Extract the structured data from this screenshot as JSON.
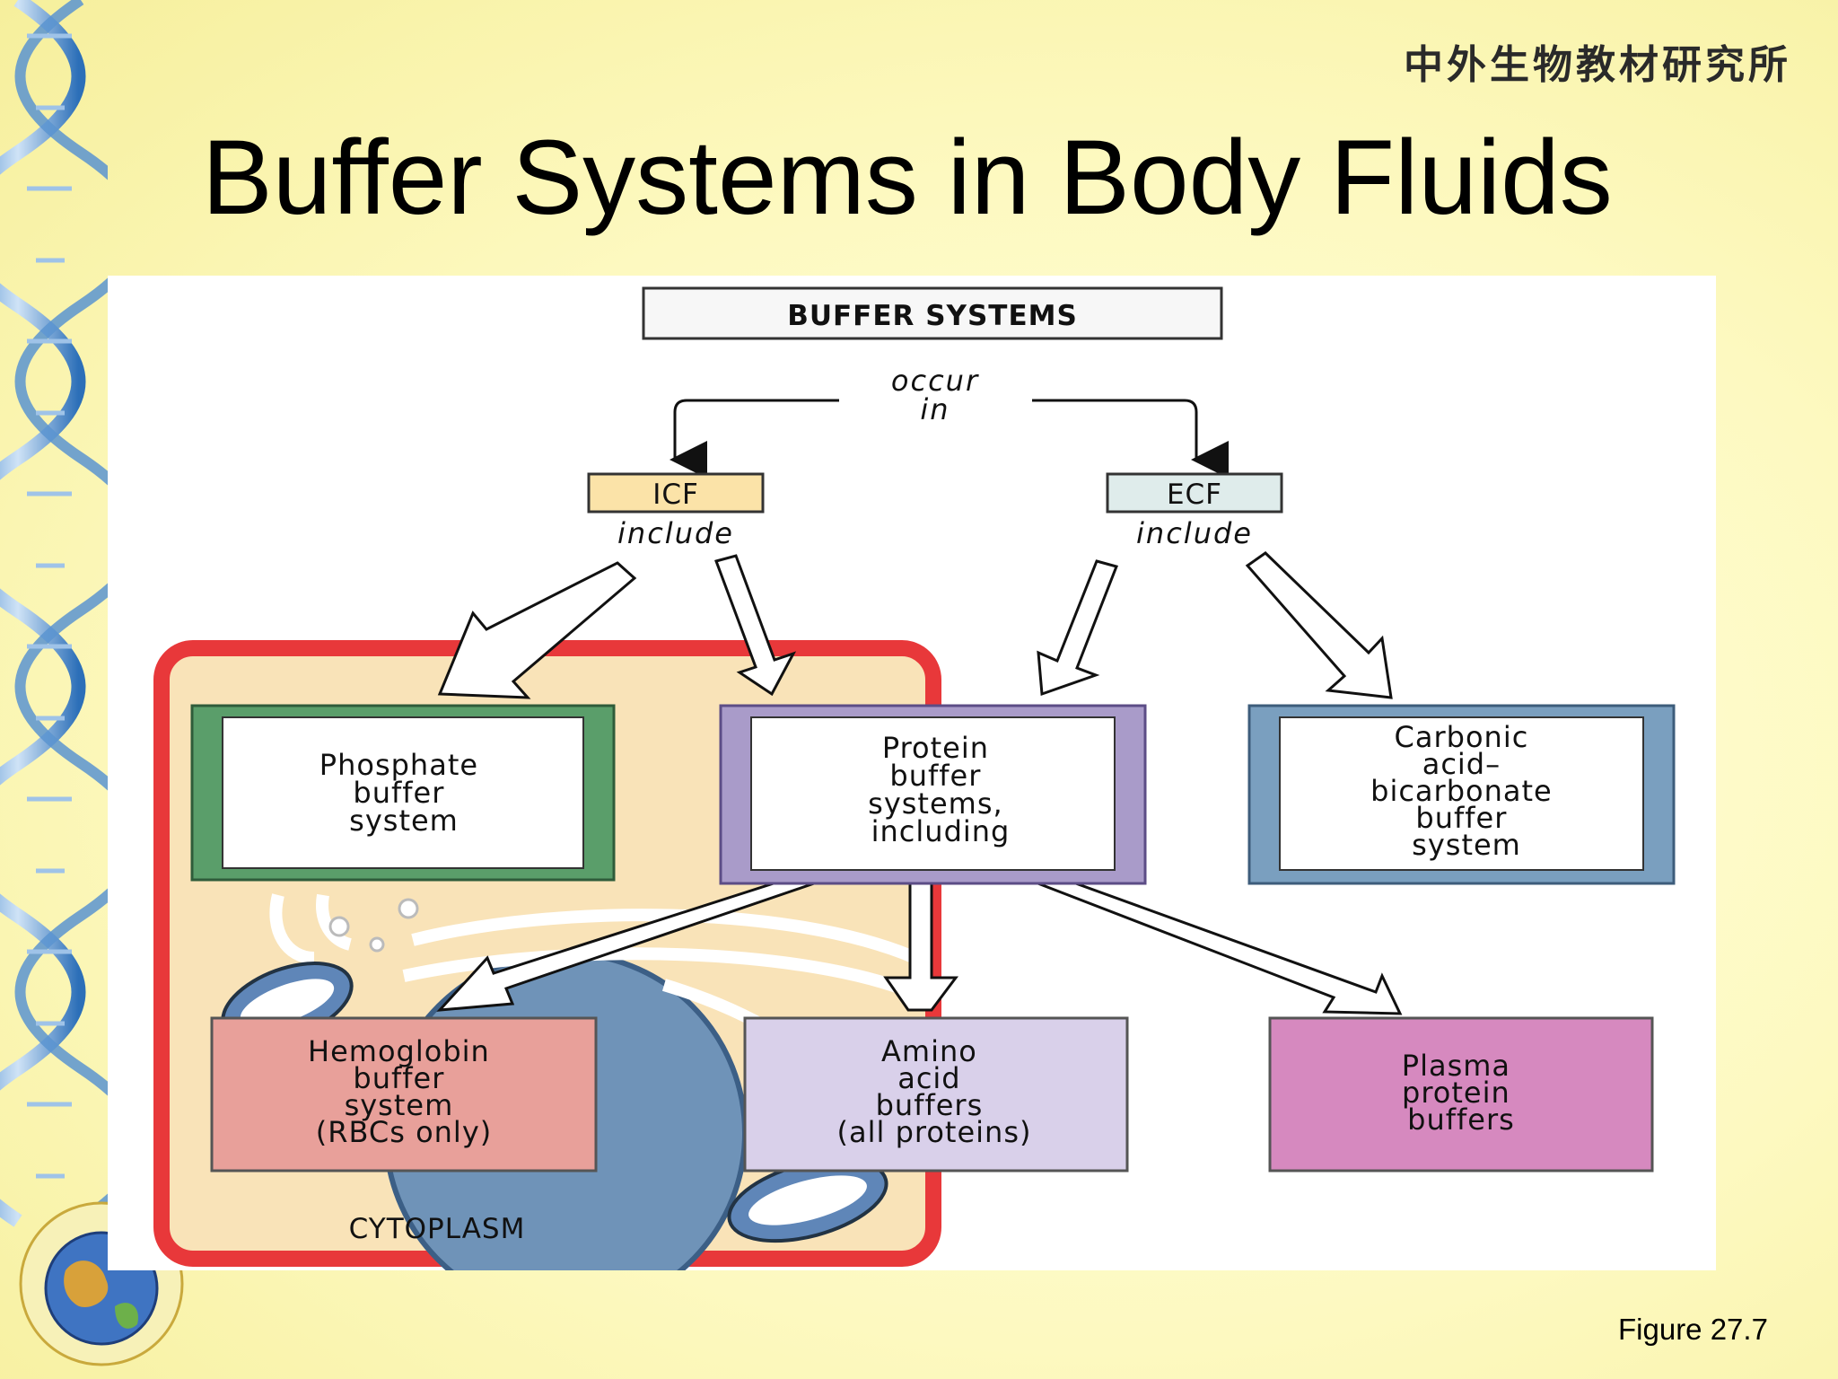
{
  "header": {
    "brand": "中外生物教材研究所"
  },
  "slide": {
    "title": "Buffer Systems in Body Fluids",
    "caption": "Figure 27.7"
  },
  "diagram": {
    "root": "BUFFER SYSTEMS",
    "occur_line1": "occur",
    "occur_line2": "in",
    "icf": {
      "label": "ICF",
      "include": "include"
    },
    "ecf": {
      "label": "ECF",
      "include": "include"
    },
    "phosphate": [
      "Phosphate",
      "buffer",
      "system"
    ],
    "protein": [
      "Protein",
      "buffer",
      "systems,",
      "including"
    ],
    "carbonic": [
      "Carbonic",
      "acid–",
      "bicarbonate",
      "buffer",
      "system"
    ],
    "hemoglobin": [
      "Hemoglobin",
      "buffer",
      "system",
      "(RBCs only)"
    ],
    "amino": [
      "Amino",
      "acid",
      "buffers",
      "(all proteins)"
    ],
    "plasma": [
      "Plasma",
      "protein",
      "buffers"
    ],
    "cytoplasm": "CYTOPLASM"
  },
  "colors": {
    "phosphate_border": "#5a9e6a",
    "protein_border": "#a99bc9",
    "carbonic_border": "#7a9fbf",
    "hemoglobin_fill": "#e8a09a",
    "amino_fill": "#d9d0ea",
    "plasma_fill": "#d689bf",
    "cell_border": "#e8383a",
    "cell_fill": "#f9e3b8",
    "icf_fill": "#fbe3a8",
    "ecf_fill": "#dfeceb"
  }
}
